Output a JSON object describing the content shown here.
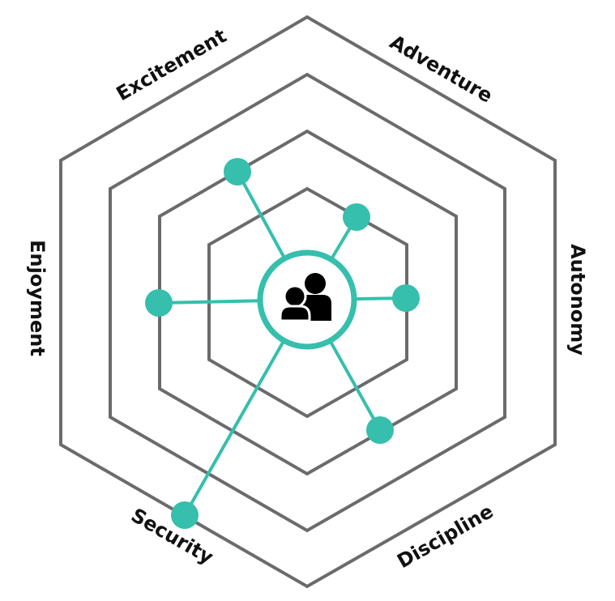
{
  "colors": {
    "hexagon_stroke": "#6b6b6e",
    "accent": "#35bfac",
    "label": "#111111",
    "icon": "#000000"
  },
  "center_icon": "people-icon",
  "labels": {
    "excitement": "Excitement",
    "adventure": "Adventure",
    "autonomy": "Autonomy",
    "discipline": "Discipline",
    "security": "Security",
    "enjoyment": "Enjoyment"
  }
}
